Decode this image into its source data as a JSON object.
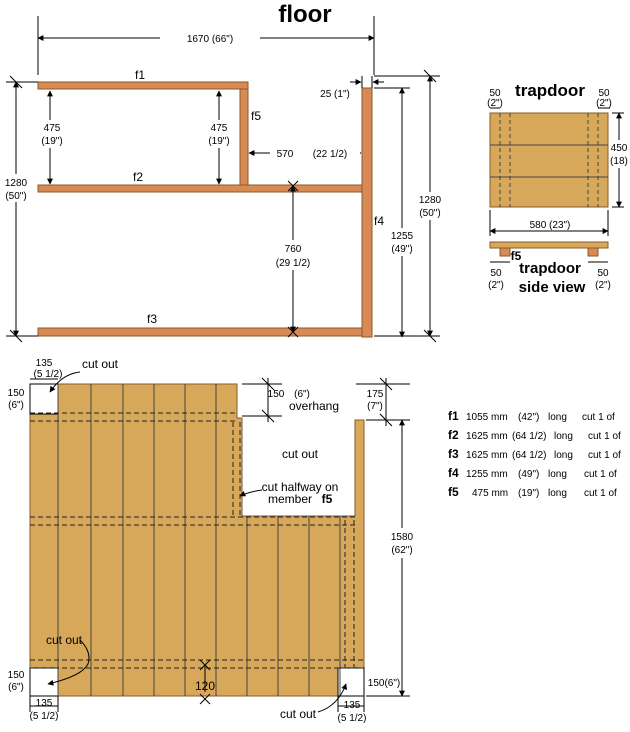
{
  "titles": {
    "floor": "floor",
    "trapdoor": "trapdoor",
    "trapdoor_side_1": "trapdoor",
    "trapdoor_side_2": "side view"
  },
  "frame": {
    "overall_width": "1670 (66\")",
    "f1": "f1",
    "f2": "f2",
    "f3": "f3",
    "f4": "f4",
    "f5": "f5",
    "dim_475_left_a": "475",
    "dim_475_left_b": "(19\")",
    "dim_475_mid_a": "475",
    "dim_475_mid_b": "(19\")",
    "dim_570": "570",
    "dim_570_in": "(22 1/2)",
    "dim_25": "25 (1\")",
    "dim_760_a": "760",
    "dim_760_b": "(29 1/2)",
    "dim_1255_a": "1255",
    "dim_1255_b": "(49\")",
    "dim_1280_left_a": "1280",
    "dim_1280_left_b": "(50\")",
    "dim_1280_right_a": "1280",
    "dim_1280_right_b": "(50\")"
  },
  "trapdoor": {
    "dim_50_left_a": "50",
    "dim_50_left_b": "(2\")",
    "dim_50_right_a": "50",
    "dim_50_right_b": "(2\")",
    "dim_450_a": "450",
    "dim_450_b": "(18)",
    "dim_580": "580 (23\")",
    "f5": "f5",
    "side_50_left_a": "50",
    "side_50_left_b": "(2\")",
    "side_50_right_a": "50",
    "side_50_right_b": "(2\")"
  },
  "boards": {
    "cut_out_top": "cut out",
    "dim_135_top_a": "135",
    "dim_135_top_b": "(5 1/2)",
    "dim_150_topleft_a": "150",
    "dim_150_topleft_b": "(6\")",
    "dim_150_overhang_num": "150",
    "dim_150_overhang_in": "(6\")",
    "overhang": "overhang",
    "dim_175_a": "175",
    "dim_175_b": "(7\")",
    "cut_out_middle": "cut out",
    "cut_halfway_1": "cut halfway on",
    "cut_halfway_2": "member",
    "cut_halfway_f5": "f5",
    "dim_1580_a": "1580",
    "dim_1580_b": "(62\")",
    "cut_out_left": "cut out",
    "dim_150_botleft_a": "150",
    "dim_150_botleft_b": "(6\")",
    "dim_120": "120",
    "dim_135_botleft_a": "135",
    "dim_135_botleft_b": "(5 1/2)",
    "dim_150_botright": "150(6\")",
    "cut_out_bottom": "cut out",
    "dim_135_botright_a": "135",
    "dim_135_botright_b": "(5 1/2)"
  },
  "cut_list": [
    {
      "member": "f1",
      "length": "1055 mm",
      "inches": "(42\")",
      "unit": "long",
      "qty": "cut 1 of"
    },
    {
      "member": "f2",
      "length": "1625 mm",
      "inches": "(64 1/2)",
      "unit": "long",
      "qty": "cut 1 of"
    },
    {
      "member": "f3",
      "length": "1625 mm",
      "inches": "(64 1/2)",
      "unit": "long",
      "qty": "cut 1 of"
    },
    {
      "member": "f4",
      "length": "1255 mm",
      "inches": "(49\")",
      "unit": "long",
      "qty": "cut 1 of"
    },
    {
      "member": "f5",
      "length": "475 mm",
      "inches": "(19\")",
      "unit": "long",
      "qty": "cut 1 of"
    }
  ],
  "colors": {
    "timber": "#d8a85a",
    "timber_edge": "#8a5a2a",
    "frame_member": "#d88a55"
  }
}
